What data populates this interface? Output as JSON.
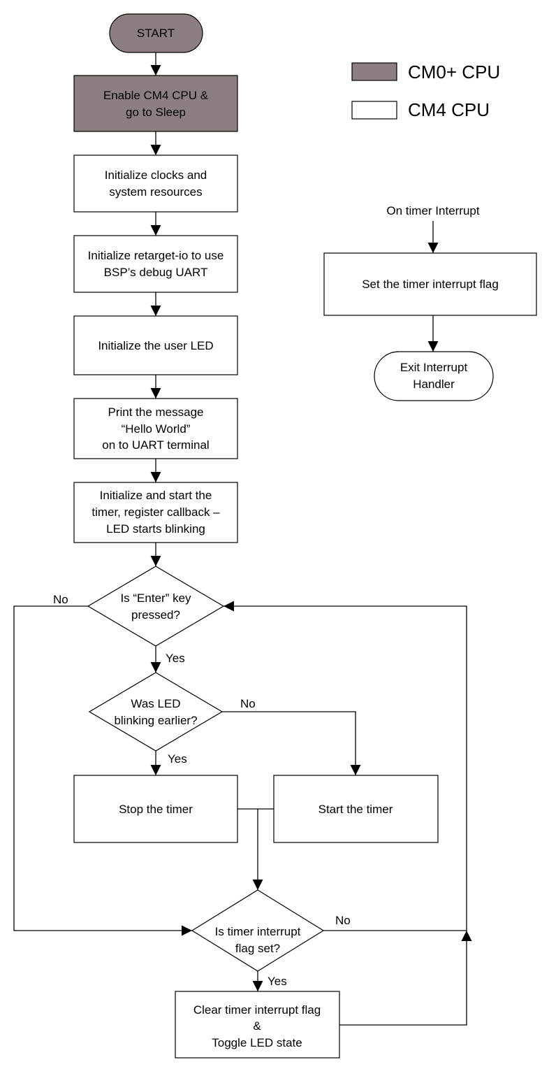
{
  "legend": {
    "cm0": {
      "label": "CM0+ CPU",
      "color": "#8d7f80"
    },
    "cm4": {
      "label": "CM4 CPU",
      "color": "#ffffff"
    }
  },
  "main_flow": {
    "start": "START",
    "enable_cm4": [
      "Enable CM4 CPU &",
      "go to Sleep"
    ],
    "init_clocks": [
      "Initialize clocks and",
      "system resources"
    ],
    "init_retarget": [
      "Initialize retarget-io to use",
      "BSP’s debug UART"
    ],
    "init_led": [
      "Initialize the user LED"
    ],
    "print_message": [
      "Print the message",
      "“Hello World”",
      "on to UART terminal"
    ],
    "init_timer": [
      "Initialize and start the",
      "timer, register callback –",
      "LED starts blinking"
    ],
    "enter_decision": [
      "Is “Enter” key",
      "pressed?"
    ],
    "led_decision": [
      "Was LED",
      "blinking earlier?"
    ],
    "stop_timer": [
      "Stop the timer"
    ],
    "start_timer": [
      "Start the timer"
    ],
    "flag_decision": [
      "Is timer interrupt",
      "flag set?"
    ],
    "clear_flag": [
      "Clear timer interrupt flag",
      "&",
      "Toggle LED state"
    ]
  },
  "edge_labels": {
    "enter_no": "No",
    "enter_yes": "Yes",
    "led_no": "No",
    "led_yes": "Yes",
    "flag_no": "No",
    "flag_yes": "Yes"
  },
  "interrupt_flow": {
    "trigger": "On timer Interrupt",
    "set_flag": [
      "Set the timer interrupt flag"
    ],
    "exit": [
      "Exit Interrupt",
      "Handler"
    ]
  }
}
